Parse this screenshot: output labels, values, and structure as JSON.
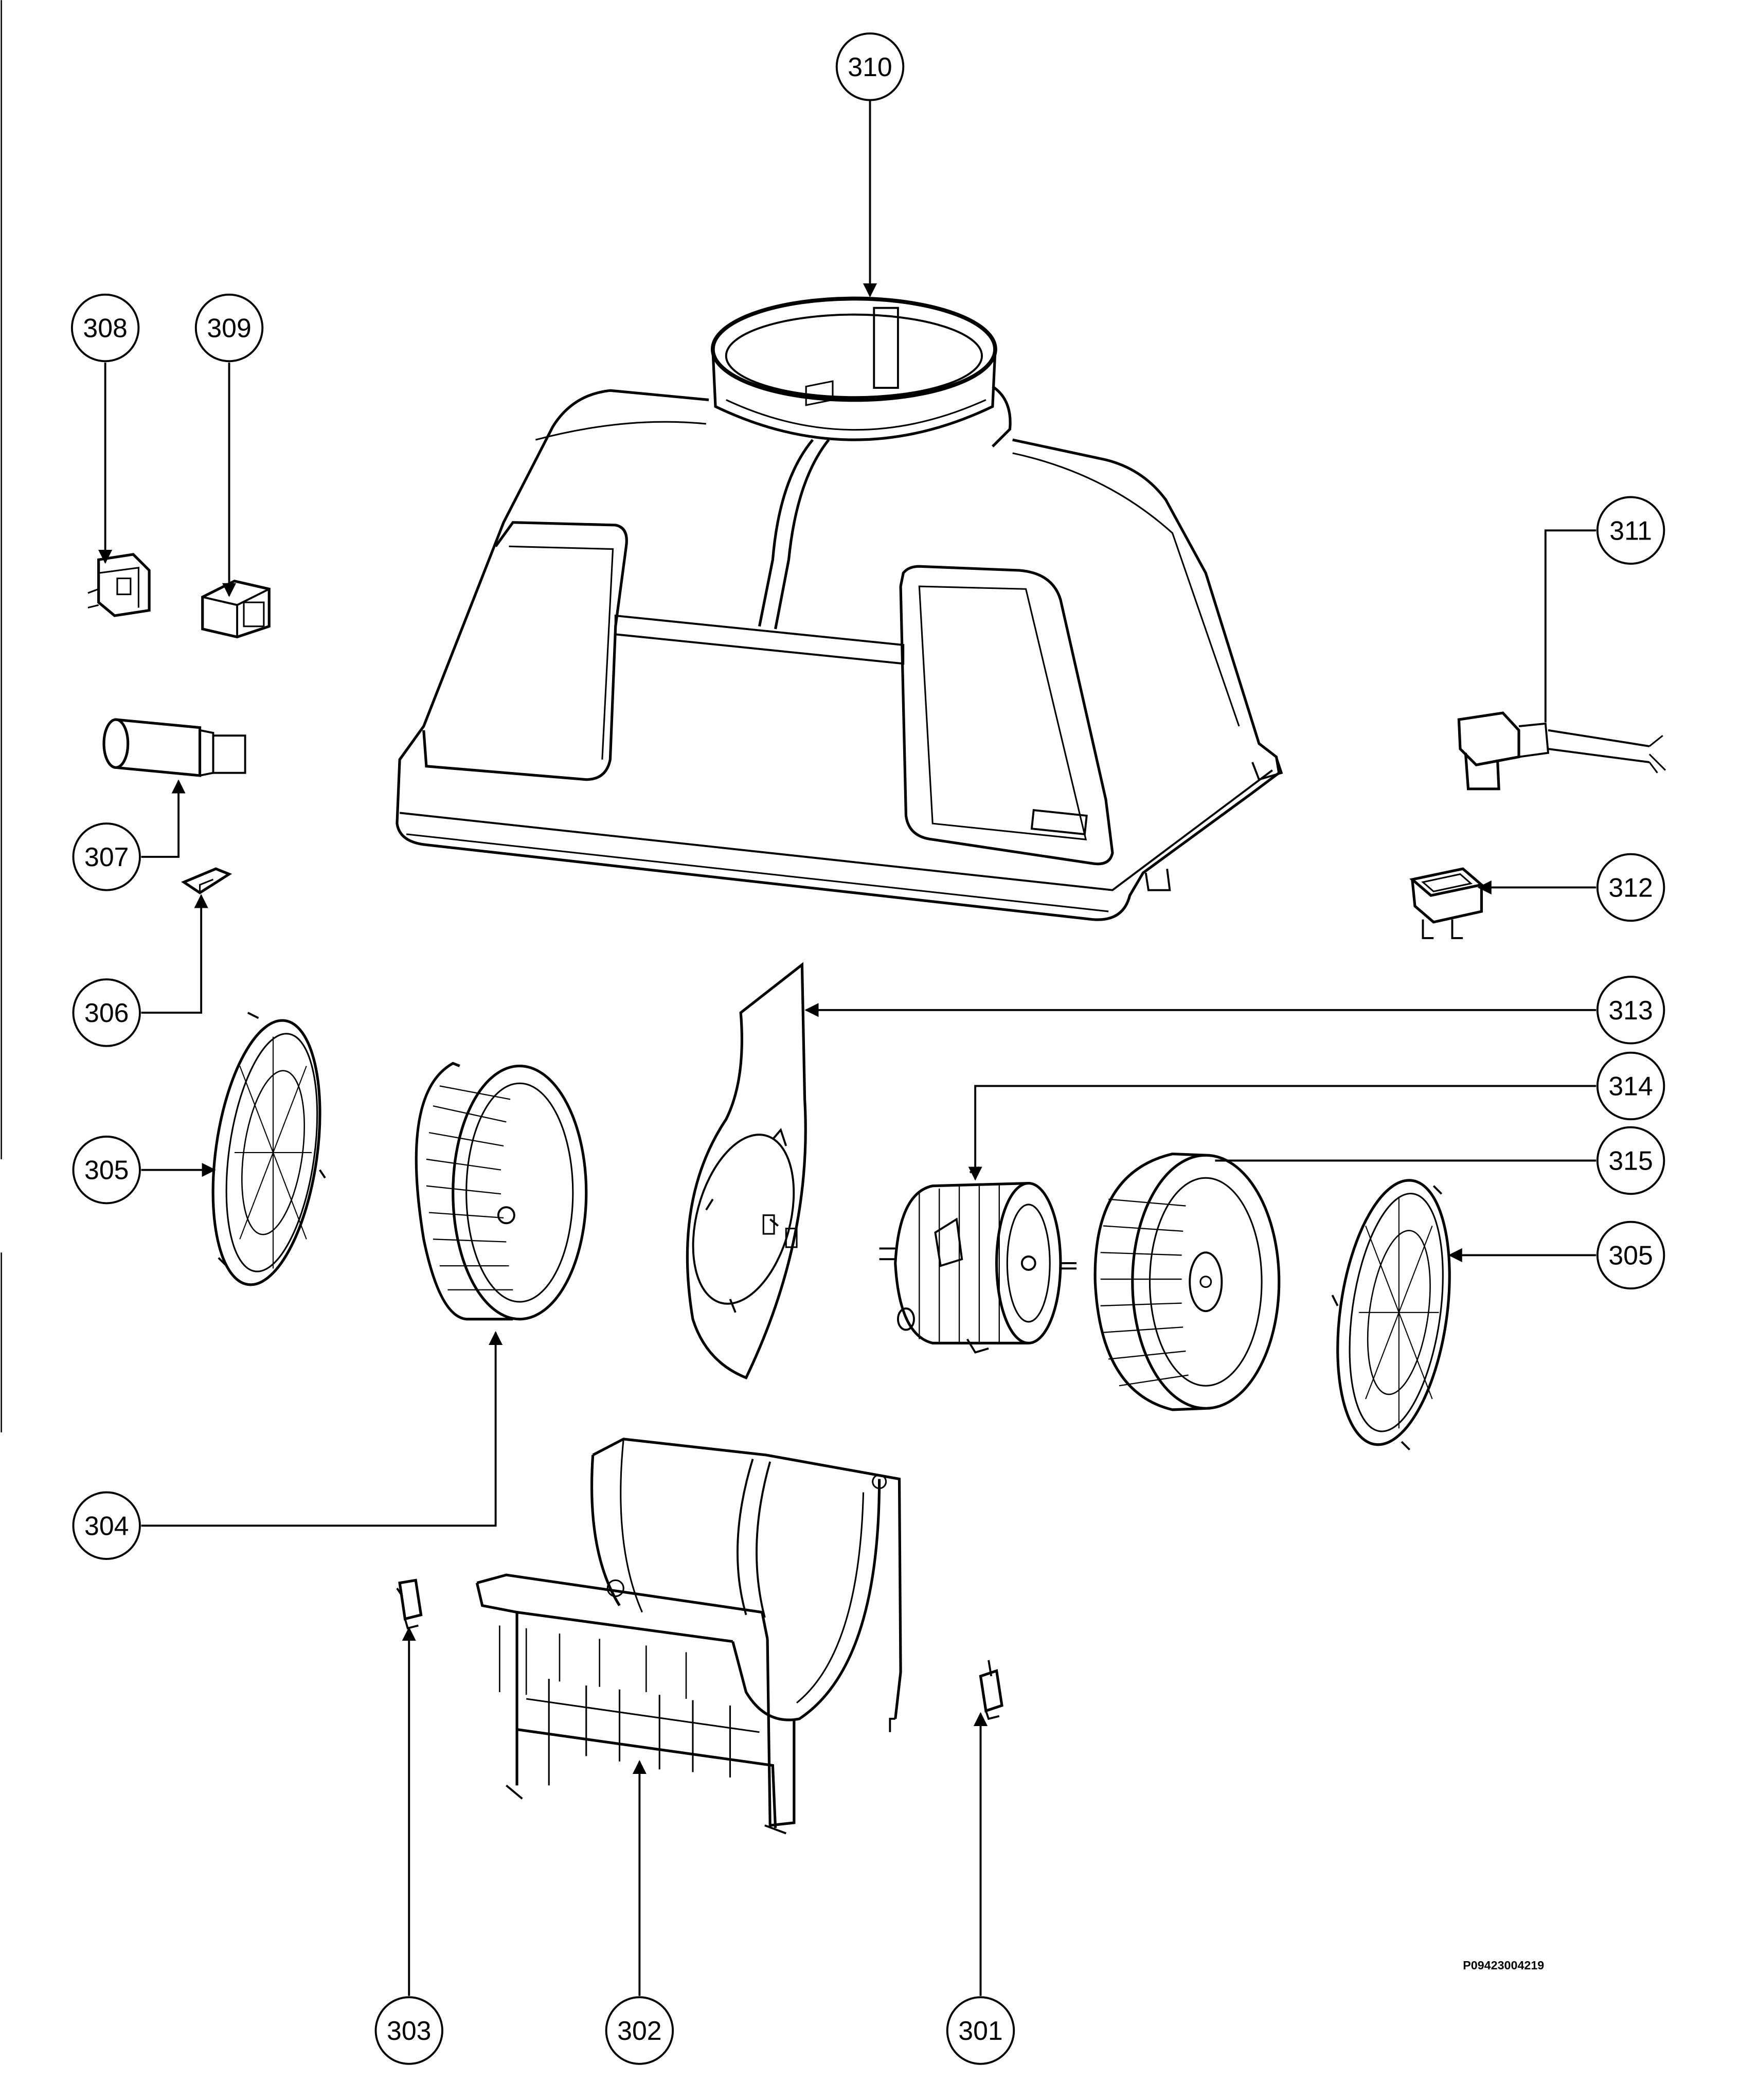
{
  "callouts": {
    "c301": "301",
    "c302": "302",
    "c303": "303",
    "c304": "304",
    "c305": "305",
    "c306": "306",
    "c307": "307",
    "c308": "308",
    "c309": "309",
    "c310": "310",
    "c311": "311",
    "c312": "312",
    "c313": "313",
    "c314": "314",
    "c315": "315"
  },
  "document_number": "P09423004219",
  "colors": {
    "line": "#000000",
    "background": "#ffffff"
  }
}
